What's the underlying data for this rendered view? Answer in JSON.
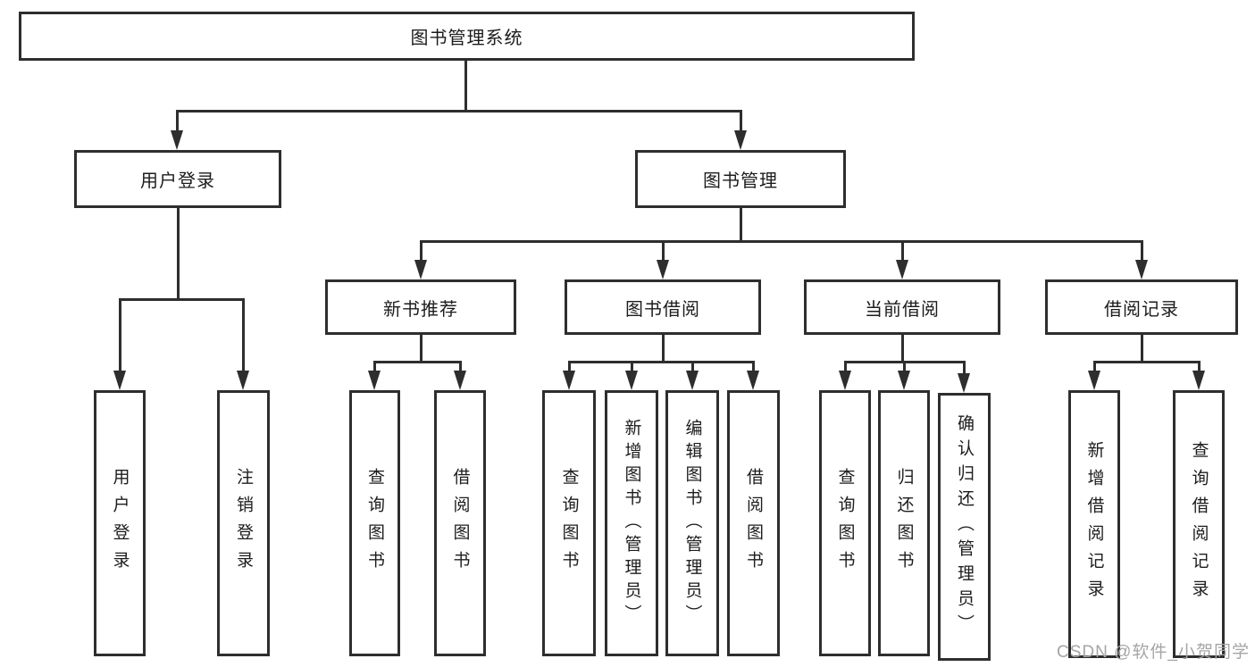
{
  "colors": {
    "line": "#2e2e2e",
    "box_border": "#2e2e2e",
    "background": "#ffffff",
    "text": "#1c1c1c",
    "watermark": "#a5a5a5"
  },
  "nodes": {
    "root": "图书管理系统",
    "level2": [
      "用户登录",
      "图书管理"
    ],
    "level3": [
      "新书推荐",
      "图书借阅",
      "当前借阅",
      "借阅记录"
    ],
    "leaves": {
      "user_login": [
        "用户登录",
        "注销登录"
      ],
      "new_book_recommendation": [
        "查询图书",
        "借阅图书"
      ],
      "book_borrowing": [
        "查询图书",
        "新增图书（管理员）",
        "编辑图书（管理员）",
        "借阅图书"
      ],
      "current_borrowing": [
        "查询图书",
        "归还图书",
        "确认归还（管理员）"
      ],
      "borrowing_records": [
        "新增借阅记录",
        "查询借阅记录"
      ]
    }
  },
  "watermark": "CSDN @软件_小贺同学"
}
